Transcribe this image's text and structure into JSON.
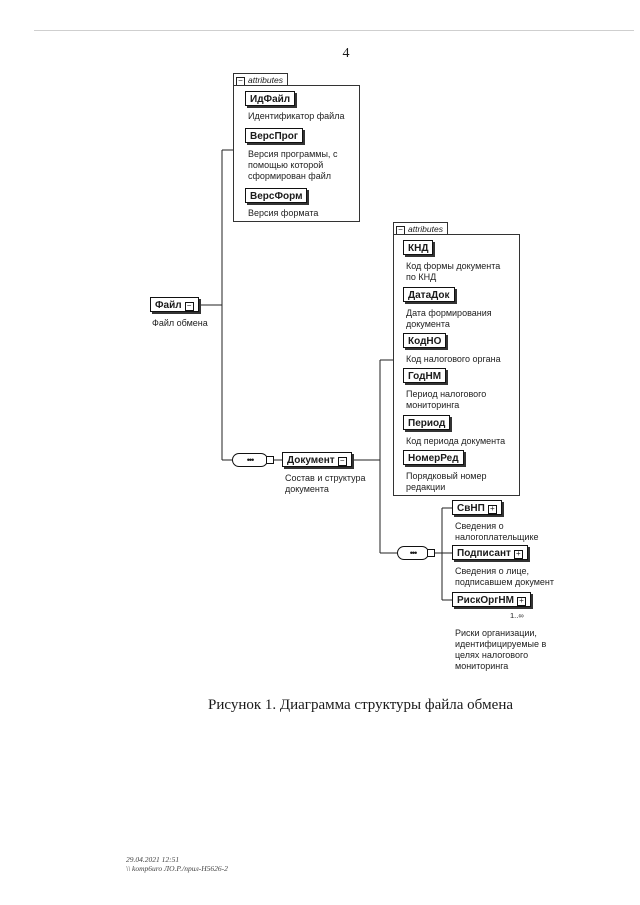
{
  "page_number": "4",
  "caption": "Рисунок 1. Диаграмма структуры файла обмена",
  "footer": {
    "line1": "29.04.2021 12:51",
    "line2": "\\\\ komp6uro ЛО.Р./прил-Н5626-2"
  },
  "attributes_label": "attributes",
  "root": {
    "name": "Файл",
    "desc": "Файл обмена",
    "attributes": [
      {
        "name": "ИдФайл",
        "desc": [
          "Идентификатор файла"
        ]
      },
      {
        "name": "ВерсПрог",
        "desc": [
          "Версия программы, с",
          "помощью которой",
          "сформирован файл"
        ]
      },
      {
        "name": "ВерсФорм",
        "desc": [
          "Версия формата"
        ]
      }
    ]
  },
  "document": {
    "name": "Документ",
    "desc": [
      "Состав и структура",
      "документа"
    ],
    "attributes": [
      {
        "name": "КНД",
        "desc": [
          "Код формы документа",
          "по КНД"
        ]
      },
      {
        "name": "ДатаДок",
        "desc": [
          "Дата формирования",
          "документа"
        ]
      },
      {
        "name": "КодНО",
        "desc": [
          "Код налогового органа"
        ]
      },
      {
        "name": "ГодНМ",
        "desc": [
          "Период налогового",
          "мониторинга"
        ]
      },
      {
        "name": "Период",
        "desc": [
          "Код периода документа"
        ]
      },
      {
        "name": "НомерРед",
        "desc": [
          "Порядковый номер",
          "редакции"
        ]
      }
    ],
    "children": [
      {
        "name": "СвНП",
        "desc": [
          "Сведения о",
          "налогоплательщике"
        ]
      },
      {
        "name": "Подписант",
        "desc": [
          "Сведения о лице,",
          "подписавшем документ"
        ]
      },
      {
        "name": "РискОргНМ",
        "cardinality": "1..∞",
        "desc": [
          "Риски организации,",
          "идентифицируемые в",
          "целях налогового",
          "мониторинга"
        ]
      }
    ]
  },
  "sequence_symbol": "•••"
}
